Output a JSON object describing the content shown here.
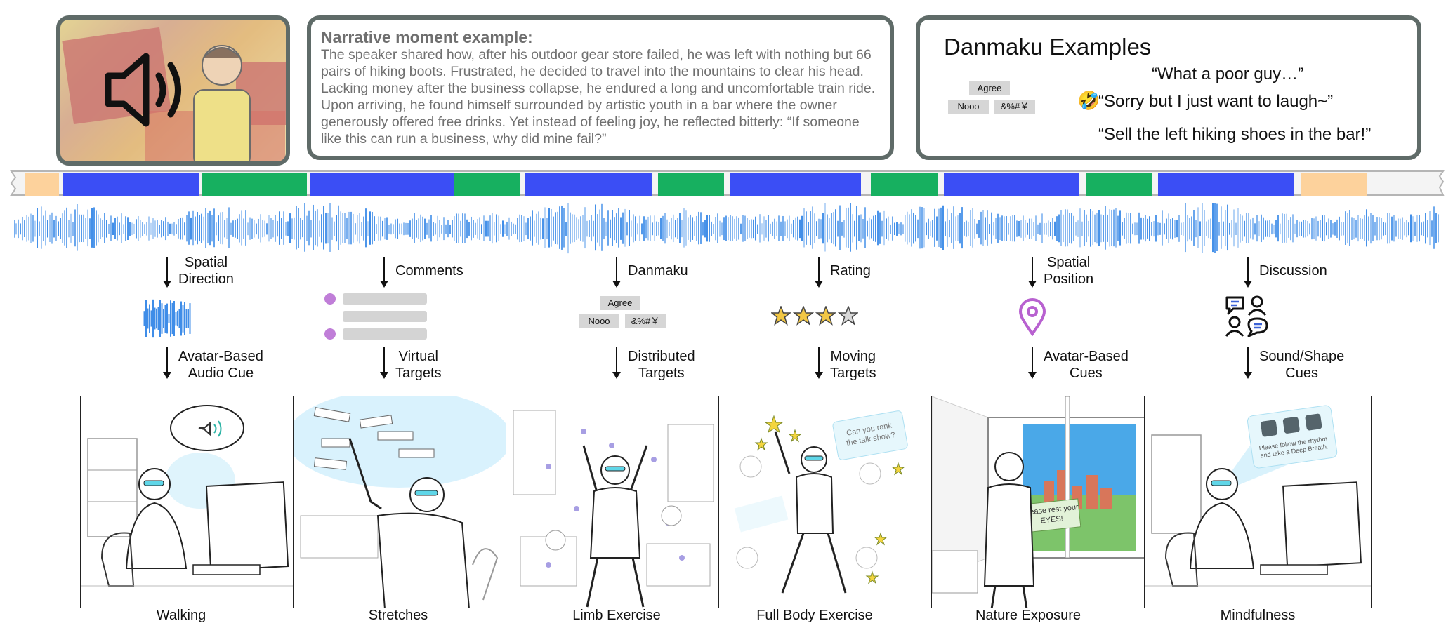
{
  "narrative": {
    "title": "Narrative moment example:",
    "text": "The speaker shared how, after his outdoor gear store failed, he was left with nothing but 66 pairs of hiking boots. Frustrated, he decided to travel into the mountains to clear his head. Lacking money after the business collapse, he endured a long and uncomfortable train ride. Upon arriving, he found himself surrounded by artistic youth in a bar where the owner generously offered free drinks. Yet instead of feeling joy, he reflected bitterly: “If someone like this can run a business, why did mine fail?”"
  },
  "danmaku": {
    "title": "Danmaku Examples",
    "tags": [
      "Agree",
      "Nooo",
      "&%#￥"
    ],
    "quotes": [
      "“What a poor guy…”",
      "“Sorry but I just want to laugh~”",
      "“Sell the left hiking shoes in the bar!”"
    ],
    "emoji": "🤣"
  },
  "timeline": {
    "colors": {
      "blue": "#3b4ef5",
      "green": "#17b060",
      "peach": "#fdd29c"
    },
    "segments": [
      "peach",
      "blue",
      "green",
      "blue",
      "green",
      "blue",
      "green",
      "blue",
      "green",
      "blue",
      "green",
      "blue",
      "peach"
    ]
  },
  "waveform_color": "#3f8de8",
  "columns": [
    {
      "top_label": "Spatial\nDirection",
      "bottom_label": "Avatar-Based\nAudio Cue",
      "caption": "Walking"
    },
    {
      "top_label": "Comments",
      "bottom_label": "Virtual\nTargets",
      "caption": "Stretches"
    },
    {
      "top_label": "Danmaku",
      "bottom_label": "Distributed\nTargets",
      "caption": "Limb Exercise"
    },
    {
      "top_label": "Rating",
      "bottom_label": "Moving\nTargets",
      "caption": "Full Body Exercise"
    },
    {
      "top_label": "Spatial\nPosition",
      "bottom_label": "Avatar-Based\nCues",
      "caption": "Nature Exposure"
    },
    {
      "top_label": "Discussion",
      "bottom_label": "Sound/Shape\nCues",
      "caption": "Mindfulness"
    }
  ],
  "mid_danmaku_tags": [
    "Agree",
    "Nooo",
    "&%#￥"
  ],
  "illustration_texts": {
    "rating_bubble": "Can you rank\nthe talk show?",
    "nature_sign": "Please rest your\nEYES!",
    "mindful_bubble": "Please follow the rhythm\nand take a Deep Breath."
  }
}
